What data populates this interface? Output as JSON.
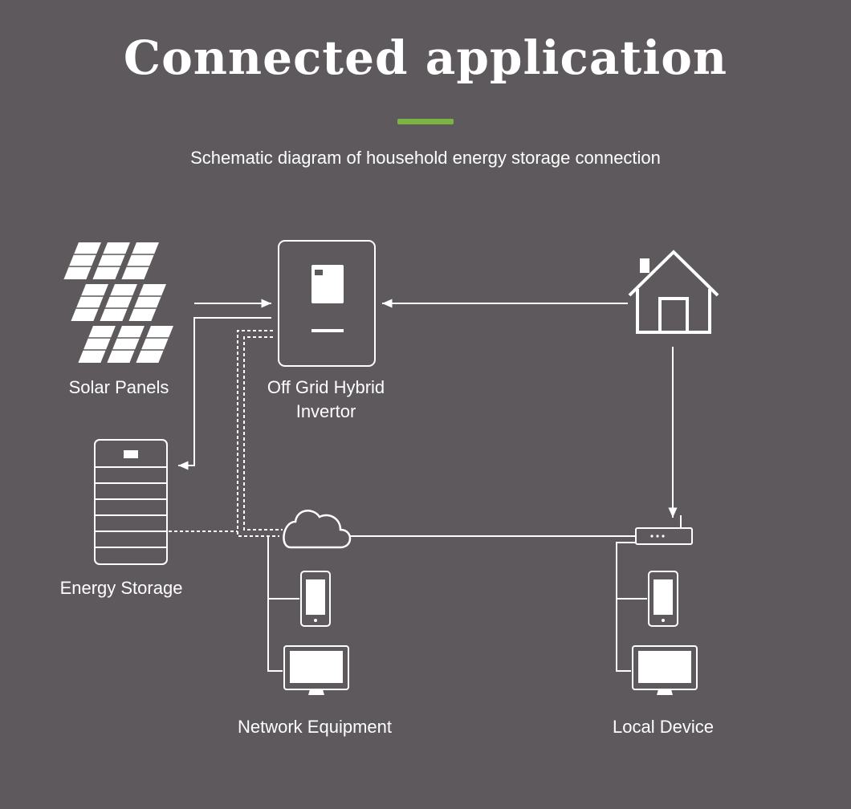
{
  "header": {
    "title": "Connected application",
    "subtitle": "Schematic diagram of household energy storage connection",
    "accent_color": "#7cb342"
  },
  "nodes": {
    "solar_panels": "Solar Panels",
    "inverter_line1": "Off Grid Hybrid",
    "inverter_line2": "Invertor",
    "energy_storage": "Energy Storage",
    "network_equipment": "Network Equipment",
    "local_device": "Local Device"
  },
  "colors": {
    "background": "#5d595c",
    "line": "#ffffff",
    "accent": "#7cb342"
  }
}
